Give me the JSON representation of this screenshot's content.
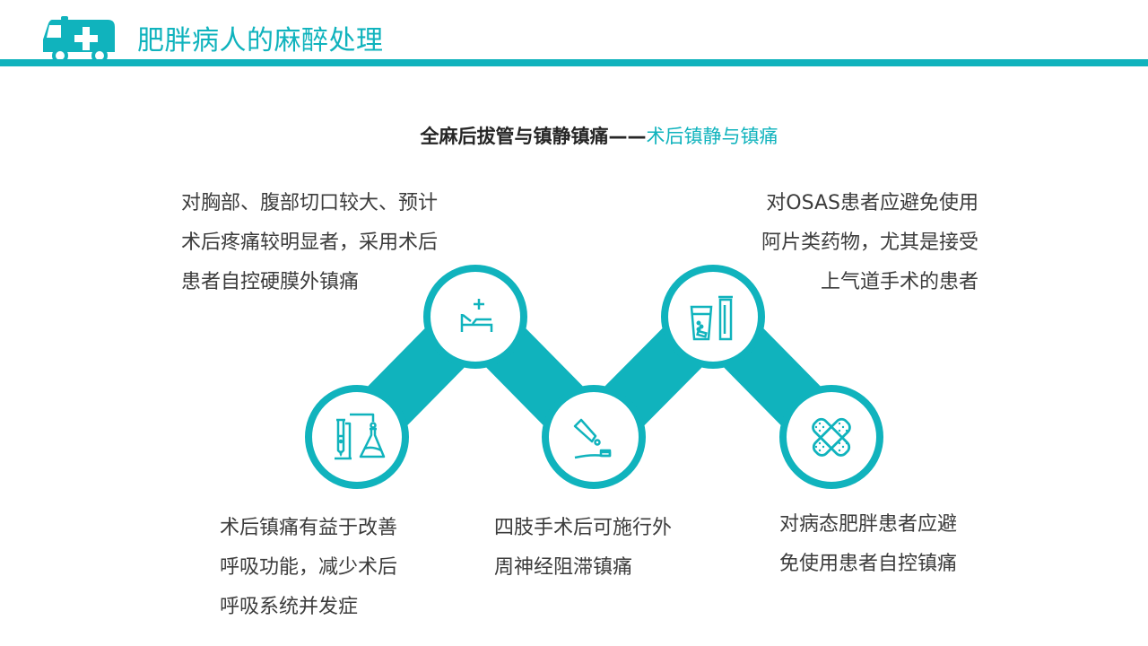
{
  "header": {
    "title": "肥胖病人的麻醉处理",
    "icon": "ambulance-icon",
    "accent_color": "#10b3bd"
  },
  "subtitle": {
    "bold_part": "全麻后拔管与镇静镇痛——",
    "accent_part": "术后镇静与镇痛"
  },
  "nodes": [
    {
      "icon": "lab-flask-icon",
      "position": "bottom-1"
    },
    {
      "icon": "hospital-bed-icon",
      "position": "top-1"
    },
    {
      "icon": "ointment-tube-icon",
      "position": "bottom-2"
    },
    {
      "icon": "medicine-glass-tube-icon",
      "position": "top-2"
    },
    {
      "icon": "bandage-icon",
      "position": "bottom-3"
    }
  ],
  "texts": {
    "top_left": [
      "对胸部、腹部切口较大、预计",
      "术后疼痛较明显者，采用术后",
      "患者自控硬膜外镇痛"
    ],
    "top_right": [
      "对OSAS患者应避免使用",
      "阿片类药物，尤其是接受",
      "上气道手术的患者"
    ],
    "bottom_left": [
      "术后镇痛有益于改善",
      "呼吸功能，减少术后",
      "呼吸系统并发症"
    ],
    "bottom_middle": [
      "四肢手术后可施行外",
      "周神经阻滞镇痛"
    ],
    "bottom_right": [
      "对病态肥胖患者应避",
      "免使用患者自控镇痛"
    ]
  }
}
